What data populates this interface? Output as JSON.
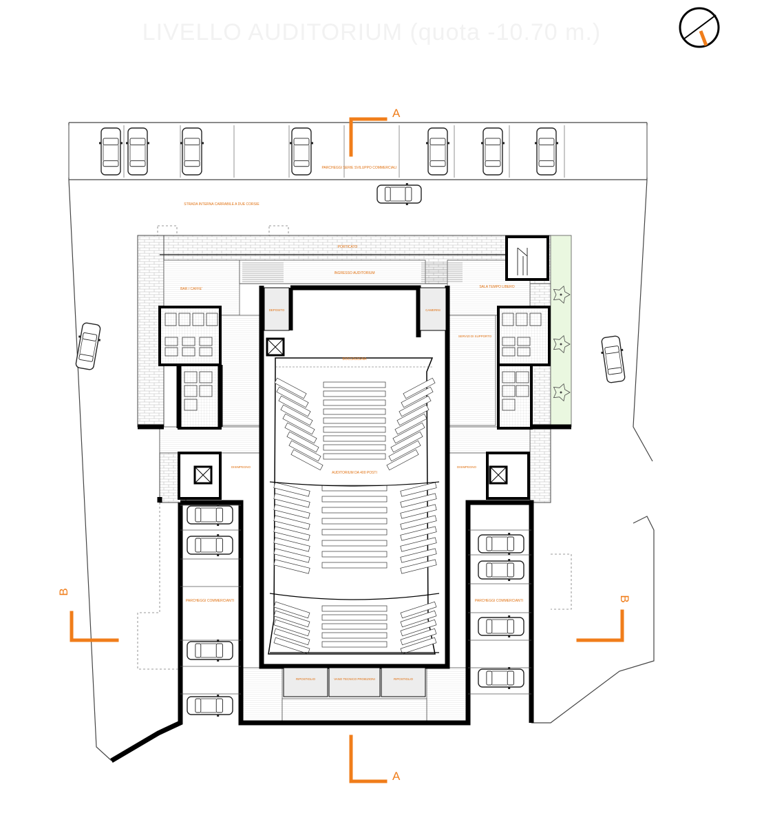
{
  "title": "LIVELLO AUDITORIUM (quota -10.70 m.)",
  "labels": {
    "parking_top": "PARCHEGGI SERIE SVILUPPO COMMERCIALI",
    "road": "STRADA INTERNA CARRABILE A DUE CORSIE",
    "porticato": "PORTICATO",
    "foyer": "INGRESSO AUDITORIUM",
    "bar": "BAR / CAFFE'",
    "sala_tempo": "SALA TEMPO LIBERO",
    "deposito": "DEPOSITO",
    "camerini": "CAMERINI",
    "servizi": "SERVIZI DI SUPPORTO",
    "boccascena": "BOCCASCENA",
    "auditorium": "AUDITORIUM DA 400 POSTI",
    "disimpegno_l": "DISIMPEGNO",
    "disimpegno_r": "DISIMPEGNO",
    "parking_l": "PARCHEGGI COMMERCIANTI",
    "parking_r": "PARCHEGGI COMMERCIANTI",
    "ripostiglio_l": "RIPOSTIGLIO",
    "vano": "VANO TECNICO PROIEZIONI",
    "ripostiglio_r": "RIPOSTIGLIO"
  },
  "sections": {
    "a_top": "A",
    "a_bottom": "A",
    "b_left": "B",
    "b_right": "B"
  },
  "colors": {
    "accent": "#f07d1a",
    "wall": "#000000",
    "line": "#666666",
    "green": "#eaf7e0",
    "room": "#ededed"
  },
  "icons": {
    "north": "north-arrow-icon",
    "car": "car-icon",
    "tree": "tree-icon",
    "lift": "lift-icon"
  }
}
